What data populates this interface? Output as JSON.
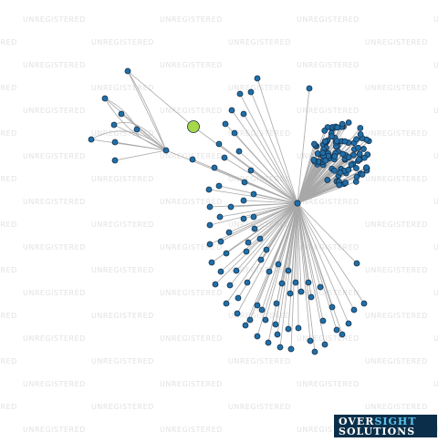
{
  "watermark_text": "UNREGISTERED",
  "colors": {
    "background": "#ffffff",
    "edge": "#a8a8a8",
    "node_fill": "#1f6fa8",
    "node_stroke": "#17304a",
    "focus_node_fill": "#a6d84a",
    "watermark": "#e2e2e2",
    "logo_bg": "#0b2f4a"
  },
  "logo": {
    "word1": "OVER",
    "word2": "SIGHT",
    "line2": "SOLUTIONS"
  }
}
